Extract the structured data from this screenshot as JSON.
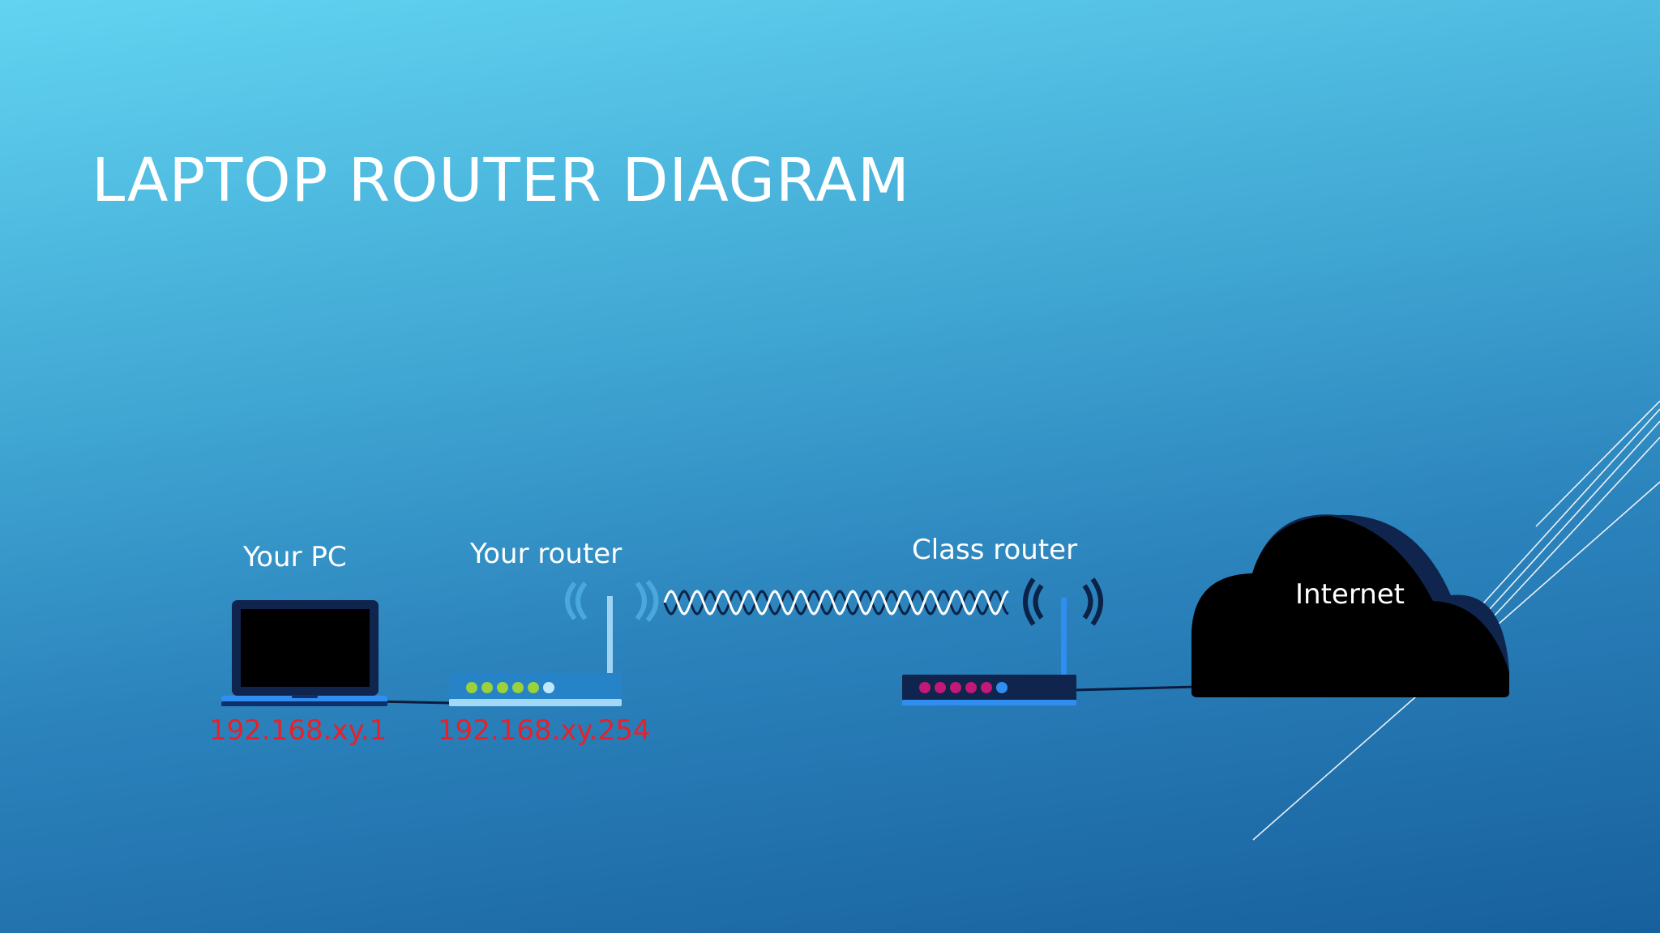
{
  "slide": {
    "title": "LAPTOP ROUTER DIAGRAM"
  },
  "nodes": {
    "pc": {
      "label": "Your PC",
      "ip": "192.168.xy.1"
    },
    "your_router": {
      "label": "Your router",
      "ip": "192.168.xy.254"
    },
    "class_router": {
      "label": "Class router"
    },
    "internet": {
      "label": "Internet"
    }
  },
  "icons": {
    "laptop": "laptop-icon",
    "your_router": "wifi-router-icon",
    "class_router": "wifi-router-icon",
    "internet": "cloud-icon",
    "wireless_link": "wireless-signal-icon"
  },
  "colors": {
    "ip_text": "#e8202a",
    "your_router_leds": [
      "#9bd13b",
      "#9bd13b",
      "#9bd13b",
      "#9bd13b",
      "#9bd13b",
      "#bfe8ff"
    ],
    "class_router_leds": [
      "#c2187a",
      "#c2187a",
      "#c2187a",
      "#c2187a",
      "#c2187a",
      "#2f8ef0"
    ]
  }
}
